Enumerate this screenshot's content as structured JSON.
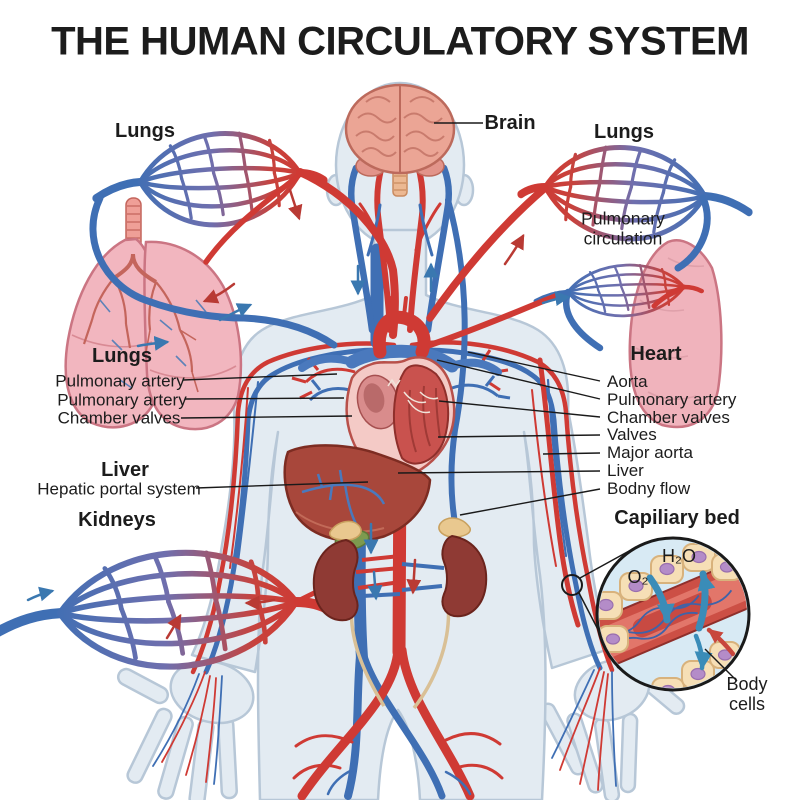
{
  "title": "THE HUMAN CIRCULATORY SYSTEM",
  "labels": {
    "lungs_top_left": "Lungs",
    "brain": "Brain",
    "lungs_top_right": "Lungs",
    "pulmonary_circulation": "Pulmonary circulation",
    "lungs_mid_left": "Lungs",
    "heart": "Heart",
    "left_column": [
      "Pulmonary artery",
      "Pulmonary artery",
      "Chamber valves"
    ],
    "right_column": [
      "Aorta",
      "Pulmonary artery",
      "Chamber valves",
      "Valves",
      "Major aorta",
      "Liver",
      "Bodny flow"
    ],
    "liver": "Liver",
    "hepatic_portal_system": "Hepatic portal system",
    "kidneys": "Kidneys",
    "capillary_bed": "Capiliary bed",
    "h2o": "H₂O",
    "o2": "O₂",
    "body_cells": "Body cells"
  },
  "colors": {
    "artery_red": "#cf3a34",
    "vein_blue": "#3f6fb4",
    "lung_pink": "#f2b6bf",
    "liver_brown": "#a8473b",
    "kidney_brown": "#8f3a34",
    "cell_tan": "#f6dfb6",
    "nucleus_purple": "#b48cc8",
    "body_fill": "#e3ebf2",
    "label_black": "#1a1a1a"
  }
}
